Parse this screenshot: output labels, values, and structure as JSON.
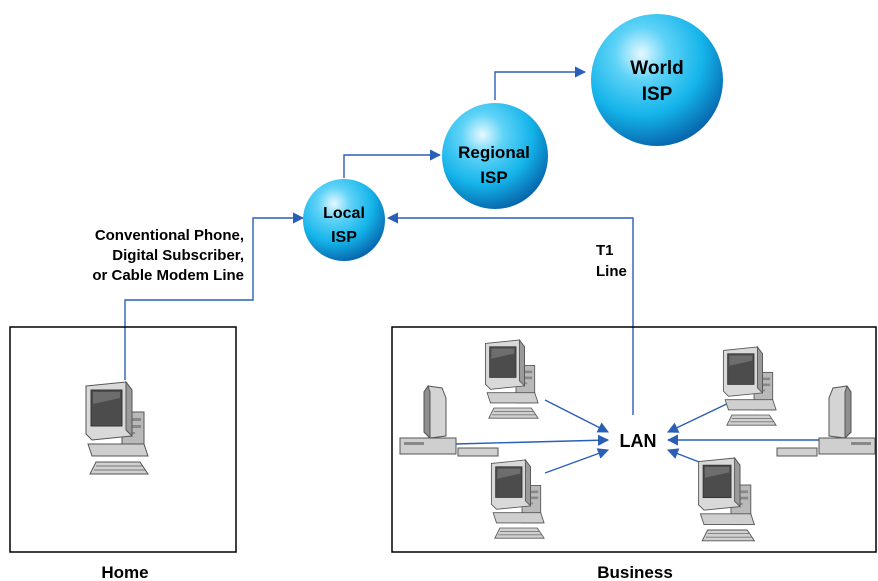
{
  "nodes": {
    "world_isp": {
      "line1": "World",
      "line2": "ISP"
    },
    "regional_isp": {
      "line1": "Regional",
      "line2": "ISP"
    },
    "local_isp": {
      "line1": "Local",
      "line2": "ISP"
    },
    "lan": "LAN"
  },
  "labels": {
    "home_line": [
      "Conventional Phone,",
      "Digital Subscriber,",
      "or Cable Modem Line"
    ],
    "t1_line": [
      "T1",
      "Line"
    ],
    "home": "Home",
    "business": "Business"
  },
  "colors": {
    "sphere_highlight": "#dff6ff",
    "sphere_mid": "#14b9ee",
    "sphere_edge": "#056fb4",
    "connector": "#2a5fb8",
    "computer_body": "#c8c8c8",
    "computer_shade": "#8a8a8a",
    "screen": "#4a4a4a"
  },
  "icons": [
    "desktop-computer-icon",
    "keyboard-icon"
  ]
}
